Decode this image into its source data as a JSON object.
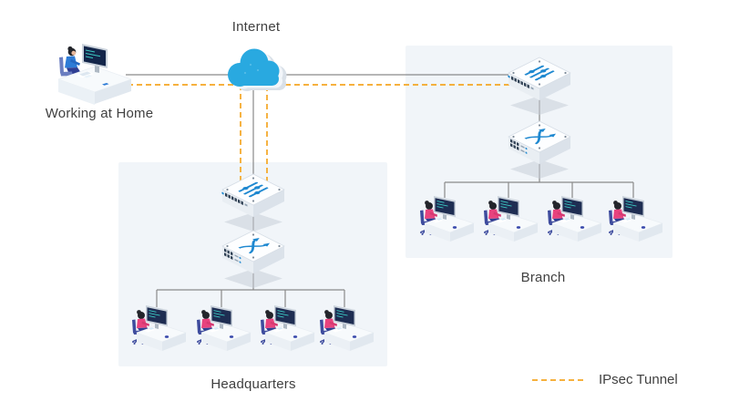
{
  "labels": {
    "internet": "Internet",
    "working_at_home": "Working at Home",
    "headquarters": "Headquarters",
    "branch": "Branch",
    "ipsec_tunnel": "IPsec Tunnel"
  },
  "legend": {
    "items": [
      {
        "style": "dashed-orange-line",
        "label": "IPsec Tunnel"
      }
    ]
  },
  "sites": {
    "home": {
      "label": "Working at Home",
      "users": 1
    },
    "internet": {
      "label": "Internet"
    },
    "headquarters": {
      "label": "Headquarters",
      "devices": [
        "security-gateway",
        "switch"
      ],
      "workstations": 4
    },
    "branch": {
      "label": "Branch",
      "devices": [
        "security-gateway",
        "switch"
      ],
      "workstations": 4
    }
  },
  "connections": {
    "solid_links": [
      "home — internet",
      "internet — headquarters-gateway",
      "internet — branch-gateway",
      "headquarters-gateway — headquarters-switch",
      "headquarters-switch — headquarters-workstations (4)",
      "branch-gateway — branch-switch",
      "branch-switch — branch-workstations (4)"
    ],
    "ipsec_tunnels": [
      "home — headquarters-gateway",
      "branch-gateway — headquarters-gateway"
    ]
  },
  "icons": {
    "internet": "cloud-icon",
    "gateway": "router-icon",
    "switch": "switch-icon",
    "office_user": "workstation-icon",
    "home_user": "home-workstation-icon"
  },
  "colors": {
    "tunnel_dash": "#F5A623",
    "link_line": "#8A8A8A",
    "site_panel": "#F1F5F9",
    "cloud_blue": "#29A9E0",
    "device_icon_blue": "#1E88D0",
    "label_text": "#404040"
  }
}
